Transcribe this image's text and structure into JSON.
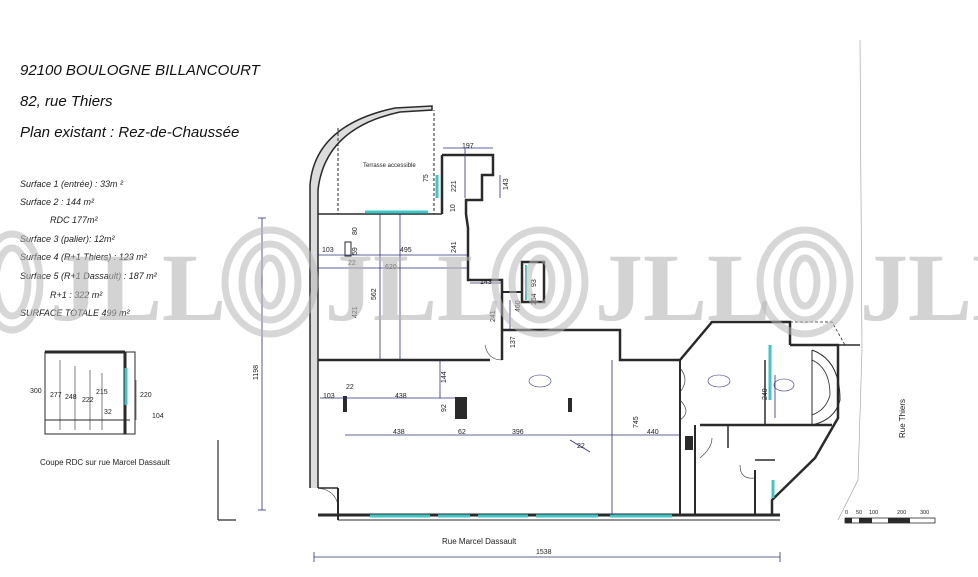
{
  "header": {
    "line1": "92100 BOULOGNE BILLANCOURT",
    "line2": "82, rue Thiers",
    "line3": "Plan existant : Rez-de-Chaussée"
  },
  "surfaces": [
    "Surface 1 (entrée) : 33m ²",
    "Surface 2 : 144 m²",
    "RDC 177m²",
    "Surface 3 (palier): 12m²",
    "Surface 4 (R+1 Thiers) : 123 m²",
    "Surface 5 (R+1 Dassault) : 187 m²",
    "R+1 : 322 m²",
    "SURFACE TOTALE 499 m²"
  ],
  "section": {
    "caption": "Coupe RDC sur rue Marcel Dassault",
    "dims": [
      "300",
      "277",
      "248",
      "222",
      "215",
      "32",
      "220",
      "104"
    ]
  },
  "plan": {
    "terrace_label": "Terrasse accessible",
    "street_bottom": "Rue Marcel Dassault",
    "street_right": "Rue Thiers",
    "total_width": "1538",
    "height_dim": "1198",
    "dims": {
      "d197": "197",
      "d143a": "143",
      "d221": "221",
      "d75": "75",
      "d10": "10",
      "d80": "80",
      "d59": "59",
      "d103a": "103",
      "d495": "495",
      "d22a": "22",
      "d620": "620",
      "d241a": "241",
      "d143b": "143",
      "d421": "421",
      "d562": "562",
      "d241b": "241",
      "d137": "137",
      "d460": "460",
      "d93": "93",
      "d254": "254",
      "d103b": "103",
      "d22b": "22",
      "d438a": "438",
      "d144": "144",
      "d92": "92",
      "d438b": "438",
      "d62": "62",
      "d396": "396",
      "d22c": "22",
      "d745": "745",
      "d440": "440",
      "d240": "240"
    },
    "scale": [
      "0",
      "50",
      "100",
      "200",
      "300"
    ]
  },
  "watermark": {
    "text": "JLL",
    "color": "#b7b7b7"
  },
  "colors": {
    "wall": "#2a2a2a",
    "glazing": "#3fc6c6",
    "dimension": "#2b2f7a"
  }
}
